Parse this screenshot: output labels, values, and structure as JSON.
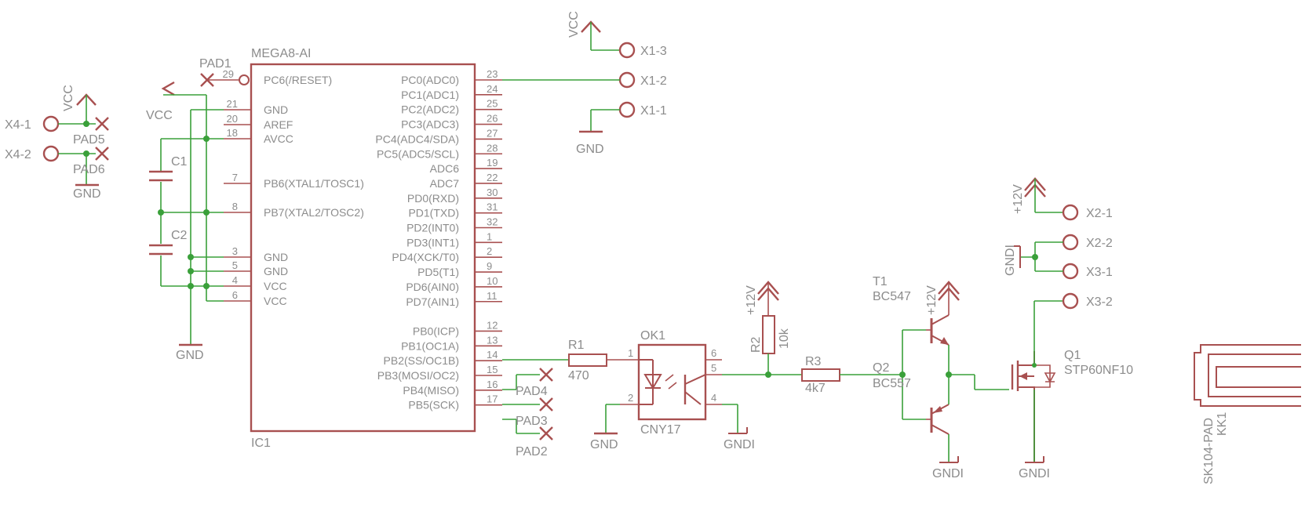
{
  "ic1": {
    "name": "MEGA8-AI",
    "ref": "IC1",
    "left_pins": [
      {
        "num": "29",
        "name": "PC6(/RESET)"
      },
      {
        "num": "21",
        "name": "GND"
      },
      {
        "num": "20",
        "name": "AREF"
      },
      {
        "num": "18",
        "name": "AVCC"
      },
      {
        "num": "7",
        "name": "PB6(XTAL1/TOSC1)"
      },
      {
        "num": "8",
        "name": "PB7(XTAL2/TOSC2)"
      },
      {
        "num": "3",
        "name": "GND"
      },
      {
        "num": "5",
        "name": "GND"
      },
      {
        "num": "4",
        "name": "VCC"
      },
      {
        "num": "6",
        "name": "VCC"
      }
    ],
    "right_pins": [
      {
        "num": "23",
        "name": "PC0(ADC0)"
      },
      {
        "num": "24",
        "name": "PC1(ADC1)"
      },
      {
        "num": "25",
        "name": "PC2(ADC2)"
      },
      {
        "num": "26",
        "name": "PC3(ADC3)"
      },
      {
        "num": "27",
        "name": "PC4(ADC4/SDA)"
      },
      {
        "num": "28",
        "name": "PC5(ADC5/SCL)"
      },
      {
        "num": "19",
        "name": "ADC6"
      },
      {
        "num": "22",
        "name": "ADC7"
      },
      {
        "num": "30",
        "name": "PD0(RXD)"
      },
      {
        "num": "31",
        "name": "PD1(TXD)"
      },
      {
        "num": "32",
        "name": "PD2(INT0)"
      },
      {
        "num": "1",
        "name": "PD3(INT1)"
      },
      {
        "num": "2",
        "name": "PD4(XCK/T0)"
      },
      {
        "num": "9",
        "name": "PD5(T1)"
      },
      {
        "num": "10",
        "name": "PD6(AIN0)"
      },
      {
        "num": "11",
        "name": "PD7(AIN1)"
      },
      {
        "num": "12",
        "name": "PB0(ICP)"
      },
      {
        "num": "13",
        "name": "PB1(OC1A)"
      },
      {
        "num": "14",
        "name": "PB2(SS/OC1B)"
      },
      {
        "num": "15",
        "name": "PB3(MOSI/OC2)"
      },
      {
        "num": "16",
        "name": "PB4(MISO)"
      },
      {
        "num": "17",
        "name": "PB5(SCK)"
      }
    ]
  },
  "labels": {
    "vcc": "VCC",
    "gnd": "GND",
    "gndi": "GNDI",
    "v12": "+12V",
    "pad1": "PAD1",
    "pad2": "PAD2",
    "pad3": "PAD3",
    "pad4": "PAD4",
    "pad5": "PAD5",
    "pad6": "PAD6",
    "c1": "C1",
    "c2": "C2",
    "x4_1": "X4-1",
    "x4_2": "X4-2",
    "x1_1": "X1-1",
    "x1_2": "X1-2",
    "x1_3": "X1-3",
    "x2_1": "X2-1",
    "x2_2": "X2-2",
    "x3_1": "X3-1",
    "x3_2": "X3-2",
    "r1": "R1",
    "r1_val": "470",
    "r2": "R2",
    "r2_val": "10k",
    "r3": "R3",
    "r3_val": "4k7",
    "ok1": "OK1",
    "ok1_val": "CNY17",
    "t1": "T1",
    "t1_val": "BC547",
    "q2": "Q2",
    "q2_val": "BC557",
    "q1": "Q1",
    "q1_val": "STP60NF10",
    "kk1": "KK1",
    "kk1_val": "SK104-PAD",
    "ok_pins": [
      "1",
      "2",
      "4",
      "5",
      "6"
    ]
  },
  "colors": {
    "part": "#a85050",
    "wire": "#3aa03a",
    "text": "#8c8c8c"
  }
}
